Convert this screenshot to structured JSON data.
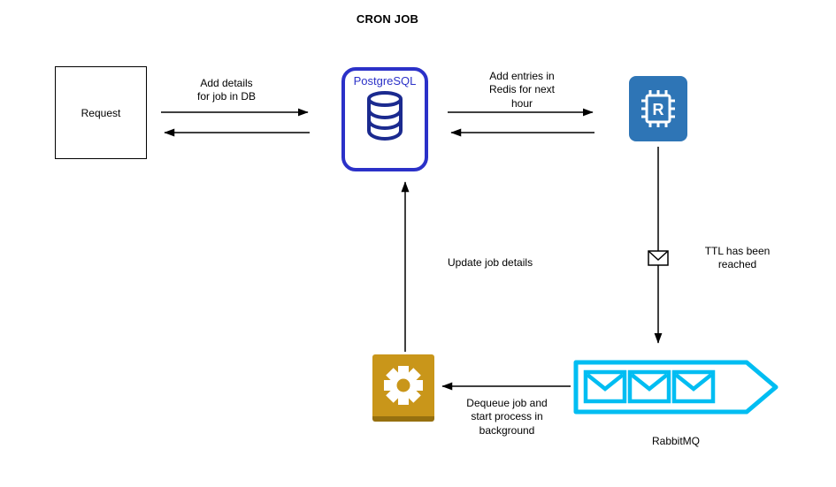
{
  "title": "CRON JOB",
  "nodes": {
    "request": {
      "label": "Request"
    },
    "postgresql": {
      "label": "PostgreSQL"
    },
    "redis": {
      "letter": "R"
    },
    "worker": {
      "icon": "gear-icon"
    },
    "rabbitmq": {
      "label": "RabbitMQ"
    }
  },
  "edge_labels": {
    "request_to_postgres": "Add details\nfor job in DB",
    "postgres_to_redis": "Add entries in\nRedis for next\nhour",
    "redis_to_rabbitmq": "TTL has been\nreached",
    "worker_to_postgres": "Update job details",
    "rabbitmq_to_worker": "Dequeue job and\nstart process in\nbackground"
  },
  "colors": {
    "postgres_blue": "#2b31c8",
    "db_cylinder": "#1b2a8f",
    "redis_blue": "#2e75b6",
    "rabbitmq_cyan": "#00bdf2",
    "gear_gold": "#c9961a",
    "gear_gold_dark": "#96700f",
    "arrow": "#000000"
  }
}
